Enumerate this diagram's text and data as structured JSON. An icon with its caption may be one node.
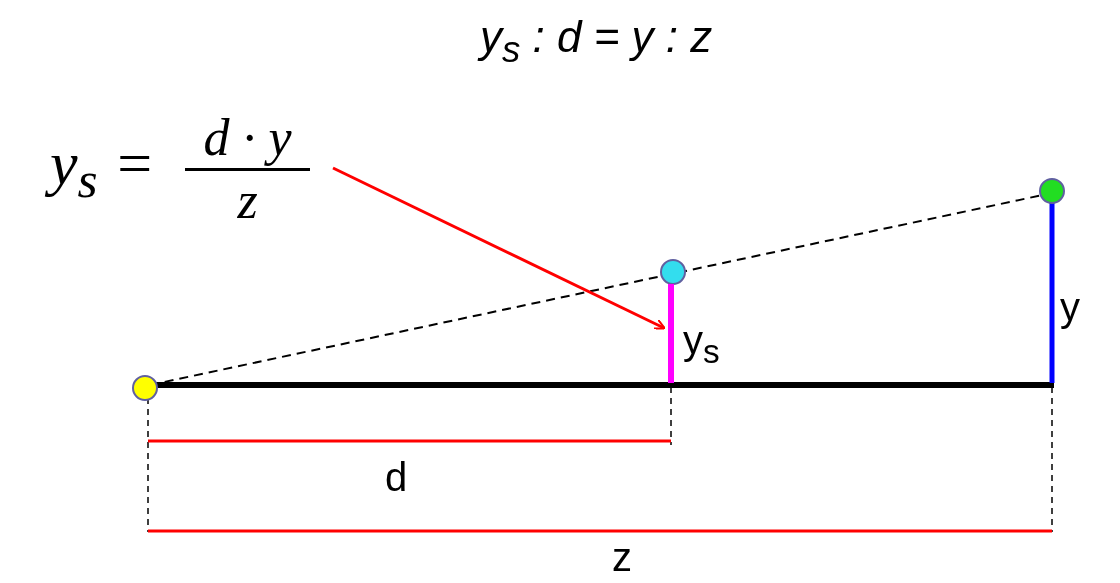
{
  "diagram": {
    "title": "y$_{s}$ : d = y : z",
    "nodes": [
      {
        "text": [
          "y$_{s}$ =",
          "d · y",
          "z"
        ]
      },
      {
        "text": [],
        "shape": "bar"
      }
    ],
    "edges": [
      {
        "from": 0,
        "to": 1,
        "arrow": "to"
      }
    ],
    "labels": [
      "y",
      "y$_{s}$",
      "d",
      "z"
    ]
  }
}
